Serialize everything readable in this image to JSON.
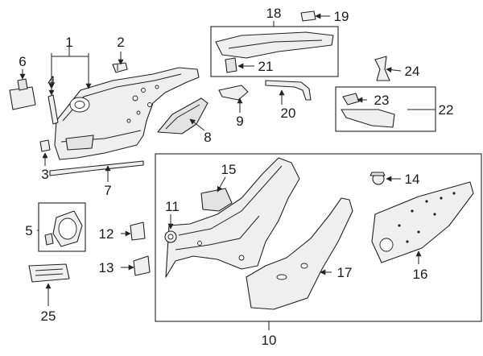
{
  "callouts": [
    {
      "id": "1",
      "text": "1"
    },
    {
      "id": "2",
      "text": "2"
    },
    {
      "id": "3",
      "text": "3"
    },
    {
      "id": "4",
      "text": "4"
    },
    {
      "id": "5",
      "text": "5"
    },
    {
      "id": "6",
      "text": "6"
    },
    {
      "id": "7",
      "text": "7"
    },
    {
      "id": "8",
      "text": "8"
    },
    {
      "id": "9",
      "text": "9"
    },
    {
      "id": "10",
      "text": "10"
    },
    {
      "id": "11",
      "text": "11"
    },
    {
      "id": "12",
      "text": "12"
    },
    {
      "id": "13",
      "text": "13"
    },
    {
      "id": "14",
      "text": "14"
    },
    {
      "id": "15",
      "text": "15"
    },
    {
      "id": "16",
      "text": "16"
    },
    {
      "id": "17",
      "text": "17"
    },
    {
      "id": "18",
      "text": "18"
    },
    {
      "id": "19",
      "text": "19"
    },
    {
      "id": "20",
      "text": "20"
    },
    {
      "id": "21",
      "text": "21"
    },
    {
      "id": "22",
      "text": "22"
    },
    {
      "id": "23",
      "text": "23"
    },
    {
      "id": "24",
      "text": "24"
    },
    {
      "id": "25",
      "text": "25"
    }
  ],
  "colors": {
    "line": "#222222",
    "fill": "#efefef",
    "background": "#ffffff"
  }
}
